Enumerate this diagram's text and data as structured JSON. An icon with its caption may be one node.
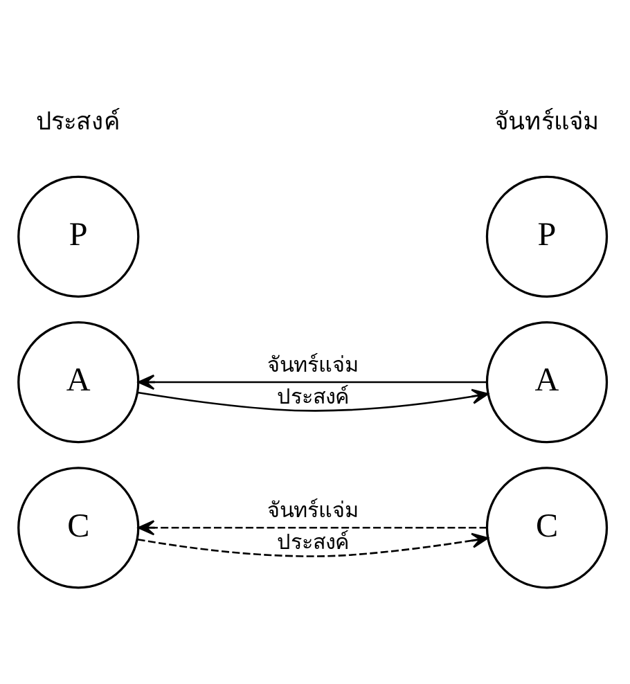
{
  "diagram": {
    "nodes": [
      {
        "text": [
          "P"
        ]
      },
      {
        "text": [
          "A"
        ]
      },
      {
        "text": [
          "C"
        ]
      },
      {
        "text": [
          "P"
        ]
      },
      {
        "text": [
          "A"
        ]
      },
      {
        "text": [
          "C"
        ]
      }
    ],
    "edges": [
      {
        "from": 1,
        "to": 4,
        "arrow": "to",
        "label": "ประสงค์"
      },
      {
        "from": 4,
        "to": 1,
        "arrow": "to",
        "label": "จันทร์แจ่ม"
      },
      {
        "from": 2,
        "to": 5,
        "arrow": "to",
        "label": "ประสงค์",
        "style": "dashed"
      },
      {
        "from": 5,
        "to": 2,
        "arrow": "to",
        "label": "จันทร์แจ่ม",
        "style": "dashed"
      }
    ],
    "labels": [
      "ประสงค์",
      "จันทร์แจ่ม"
    ]
  }
}
